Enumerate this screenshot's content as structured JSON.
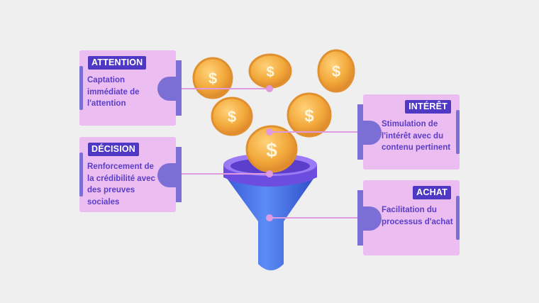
{
  "stages": [
    {
      "label": "ATTENTION",
      "description": "Captation immédiate de l'attention"
    },
    {
      "label": "INTÉRÊT",
      "description": "Stimulation de l'intérêt avec du contenu pertinent"
    },
    {
      "label": "DÉCISION",
      "description": "Renforcement de la crédibilité avec des preuves sociales"
    },
    {
      "label": "ACHAT",
      "description": "Facilitation du processus d'achat"
    }
  ],
  "colors": {
    "background": "#efefef",
    "card": "#ebbdf0",
    "accent": "#7b6fd6",
    "label_bg": "#4e38c4",
    "text": "#5a3ec8",
    "coin": "#f2a93b",
    "funnel_top": "#7a55e0",
    "funnel_bottom": "#3b6fe8"
  },
  "icons": [
    "coin-icon",
    "funnel-icon"
  ],
  "coin_symbol": "$"
}
